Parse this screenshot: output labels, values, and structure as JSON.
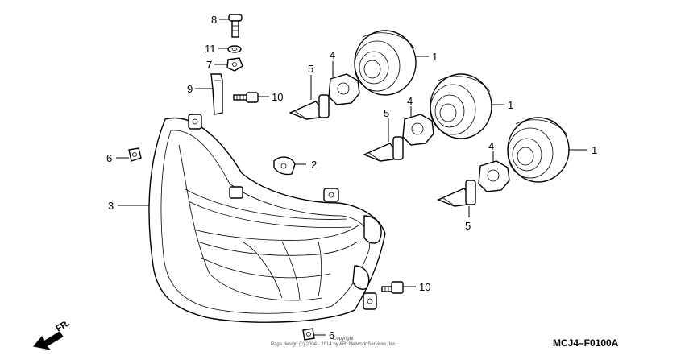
{
  "callouts": {
    "c8": "8",
    "c11": "11",
    "c7": "7",
    "c9": "9",
    "c10a": "10",
    "c6a": "6",
    "c2": "2",
    "c3": "3",
    "c10b": "10",
    "c6b": "6",
    "c5a": "5",
    "c4a": "4",
    "c1a": "1",
    "c5b": "5",
    "c4b": "4",
    "c1b": "1",
    "c4c": "4",
    "c1c": "1",
    "c5c": "5"
  },
  "direction_label": "FR.",
  "copyright": {
    "line1": "Copyright",
    "line2": "Page design (c) 2004 - 2014 by ARI Network Services, Inc."
  },
  "diagram_code": "MCJ4–F0100A"
}
